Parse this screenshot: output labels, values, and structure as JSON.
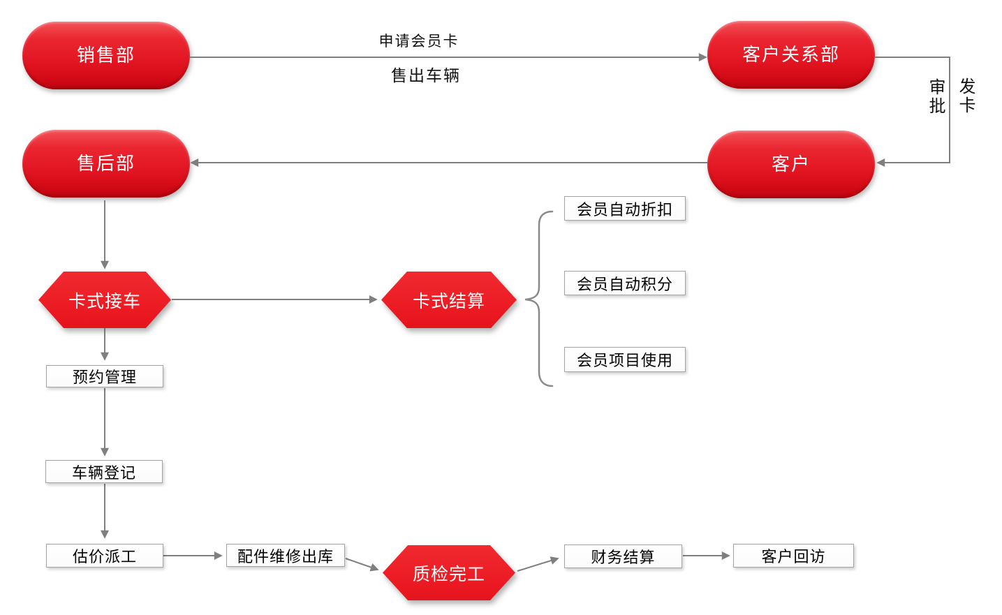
{
  "colors": {
    "stadium_red_top": "#f25257",
    "stadium_red": "#e8212b",
    "stadium_red_dark": "#c10410",
    "hexagon_red": "#ec1c24",
    "connector_gray": "#7f7f7f",
    "box_border_gray": "#a3a3a3",
    "box_background": "#ffffff",
    "node_text_white": "#ffffff",
    "label_text_black": "#111111"
  },
  "nodes": {
    "sales_dept": "销售部",
    "customer_relations_dept": "客户关系部",
    "after_sales_dept": "售后部",
    "customer": "客户",
    "card_reception": "卡式接车",
    "card_settlement": "卡式结算",
    "appointment_management": "预约管理",
    "vehicle_registration": "车辆登记",
    "estimate_dispatch": "估价派工",
    "parts_repair_outbound": "配件维修出库",
    "quality_check_complete": "质检完工",
    "financial_settlement": "财务结算",
    "customer_followup": "客户回访",
    "member_auto_discount": "会员自动折扣",
    "member_auto_points": "会员自动积分",
    "member_program_usage": "会员项目使用"
  },
  "edge_labels": {
    "apply_membership_card": "申请会员卡",
    "sell_vehicle": "售出车辆",
    "approve": "审批",
    "issue_card": "发卡"
  }
}
